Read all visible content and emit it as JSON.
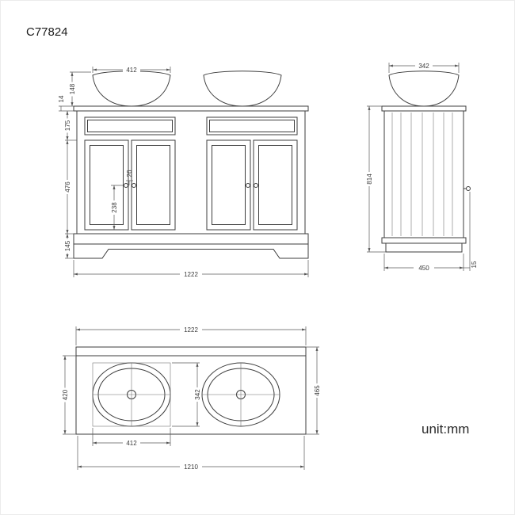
{
  "title": "C77824",
  "unit_label": "unit:mm",
  "front_view": {
    "dims": {
      "basin_width": "412",
      "basin_height": "148",
      "countertop_thickness": "14",
      "frieze_height": "175",
      "door_height": "476",
      "handle_to_door_bottom": "238",
      "handle_offset": "26",
      "plinth_height": "145",
      "overall_width": "1222"
    }
  },
  "side_view": {
    "dims": {
      "basin_depth": "342",
      "cabinet_height": "814",
      "cabinet_depth": "450",
      "edge_offset": "15"
    }
  },
  "plan_view": {
    "dims": {
      "overall_width": "1222",
      "front_depth": "420",
      "basin_length": "342",
      "overall_depth": "465",
      "basin_width": "412",
      "base_width": "1210"
    }
  }
}
